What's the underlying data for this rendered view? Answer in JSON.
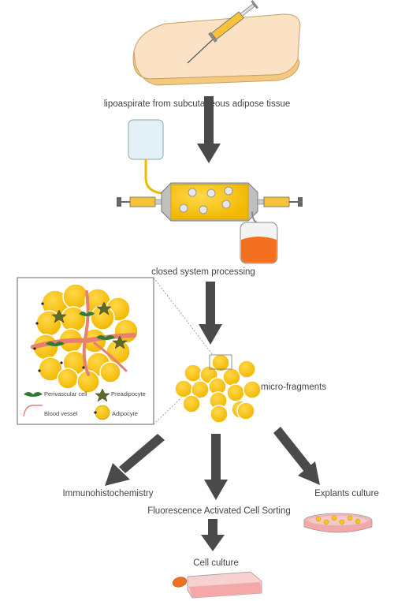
{
  "labels": {
    "lipoaspirate": "lipoaspirate from subcutaneous adipose tissue",
    "closed_system": "closed system processing",
    "micro_fragments": "micro-fragments",
    "immunohistochemistry": "Immunohistochemistry",
    "facs": "Fluorescence Activated Cell Sorting",
    "explants": "Explants culture",
    "cell_culture": "Cell culture"
  },
  "legend": {
    "perivascular_cell": "Perivascular cell",
    "preadipocyte": "Preadipocyte",
    "blood_vessel": "Blood vessel",
    "adipocyte": "Adipocyte"
  },
  "colors": {
    "arrow": "#4a4a4a",
    "fat": "#f5c518",
    "tissue": "#f8d8b8",
    "tissue_edge": "#e9c98a",
    "orange_fluid": "#f37021",
    "bag_fluid": "#e3f1f7",
    "pink": "#f4a8a8",
    "vessel": "#e88070",
    "green": "#2e7d32"
  }
}
